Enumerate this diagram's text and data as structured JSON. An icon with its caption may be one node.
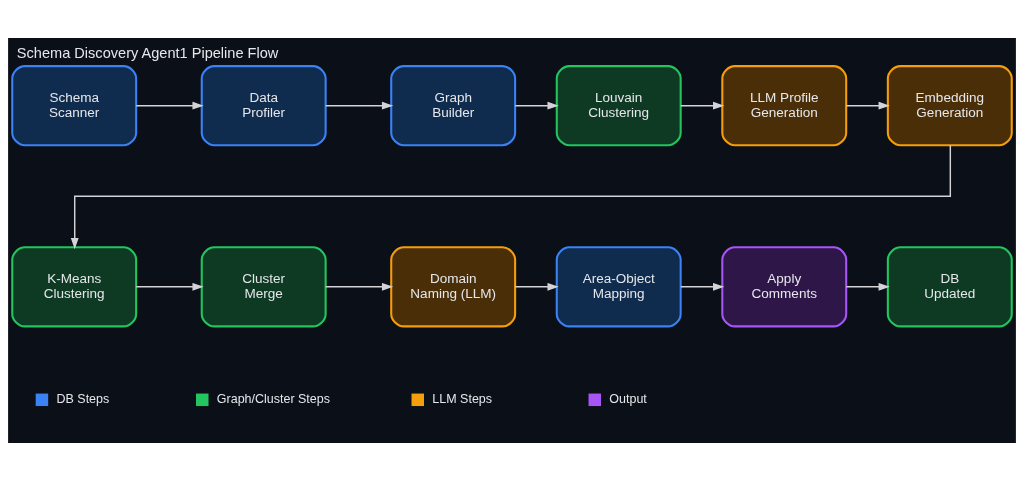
{
  "diagram": {
    "title": "Schema Discovery Agent1 Pipeline Flow",
    "nodes": [
      {
        "text": [
          "Schema Scanner"
        ]
      },
      {
        "text": [
          "Data Profiler"
        ]
      },
      {
        "text": [
          "Graph Builder"
        ]
      },
      {
        "text": [
          "Louvain Clustering"
        ]
      },
      {
        "text": [
          "LLM Profile Generation"
        ]
      },
      {
        "text": [
          "Embedding Generation"
        ]
      },
      {
        "text": [
          "K-Means Clustering"
        ]
      },
      {
        "text": [
          "Cluster Merge"
        ]
      },
      {
        "text": [
          "Domain Naming (LLM)"
        ]
      },
      {
        "text": [
          "Area-Object Mapping"
        ]
      },
      {
        "text": [
          "Apply Comments"
        ]
      },
      {
        "text": [
          "DB Updated"
        ]
      }
    ],
    "edges": [
      {
        "from": 0,
        "to": 1,
        "arrow": "to"
      },
      {
        "from": 1,
        "to": 2,
        "arrow": "to"
      },
      {
        "from": 2,
        "to": 3,
        "arrow": "to"
      },
      {
        "from": 3,
        "to": 4,
        "arrow": "to"
      },
      {
        "from": 4,
        "to": 5,
        "arrow": "to"
      },
      {
        "from": 5,
        "to": 6,
        "arrow": "to"
      },
      {
        "from": 6,
        "to": 7,
        "arrow": "to"
      },
      {
        "from": 7,
        "to": 8,
        "arrow": "to"
      },
      {
        "from": 8,
        "to": 9,
        "arrow": "to"
      },
      {
        "from": 9,
        "to": 10,
        "arrow": "to"
      },
      {
        "from": 10,
        "to": 11,
        "arrow": "to"
      }
    ],
    "legend": [
      {
        "text": "DB Steps",
        "color": "#3b82f6"
      },
      {
        "text": "Graph/Cluster Steps",
        "color": "#22c55e"
      },
      {
        "text": "LLM Steps",
        "color": "#f59e0b"
      },
      {
        "text": "Output",
        "color": "#a855f7"
      }
    ]
  }
}
